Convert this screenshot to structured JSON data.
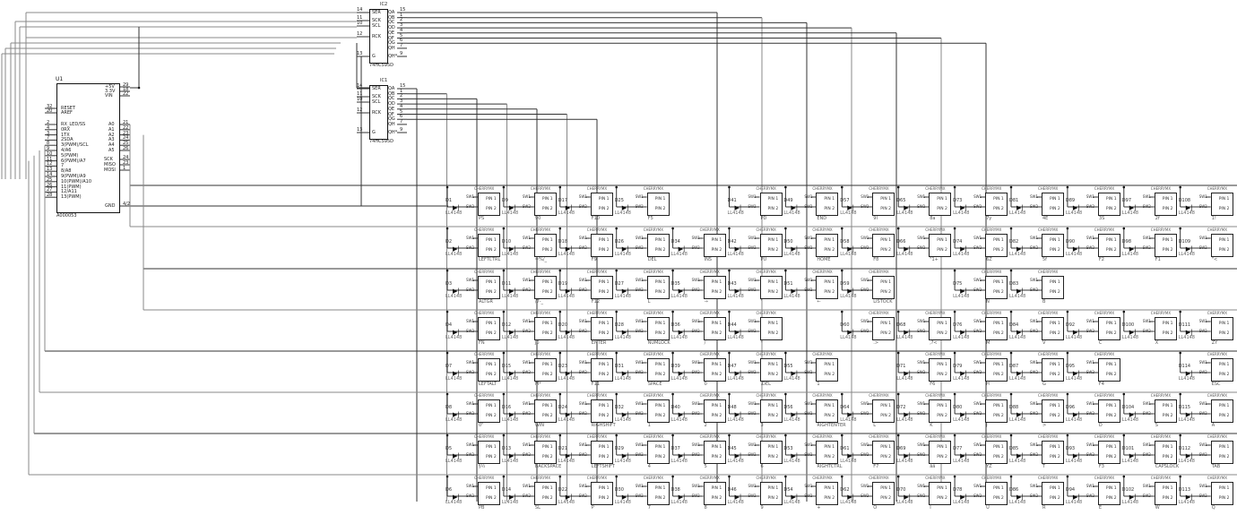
{
  "u1": {
    "ref": "U1",
    "part": "A000053",
    "right_top_pins": [
      {
        "name": "+5V",
        "num": "29"
      },
      {
        "name": "3.3V",
        "num": "18"
      },
      {
        "name": "VIN",
        "num": "22"
      }
    ],
    "left_top_pins": [
      {
        "name": "RESET",
        "num": "32"
      },
      {
        "name": "AREF",
        "num": "20"
      }
    ],
    "left_pins": [
      {
        "name": "RX_LED/SS",
        "num": "2"
      },
      {
        "name": "0RX",
        "num": "4"
      },
      {
        "name": "1TX",
        "num": "3"
      },
      {
        "name": "2SDA",
        "num": "7"
      },
      {
        "name": "3(PWM)/SCL",
        "num": "8"
      },
      {
        "name": "4/A6",
        "num": "9"
      },
      {
        "name": "5(PWM)",
        "num": "10"
      },
      {
        "name": "6(PWM)/A7",
        "num": "11"
      },
      {
        "name": "7",
        "num": "12"
      },
      {
        "name": "8/A8",
        "num": "13"
      },
      {
        "name": "9(PWM)/A9",
        "num": "14"
      },
      {
        "name": "10(PWM)/A10",
        "num": "25"
      },
      {
        "name": "11(PWM)",
        "num": "26"
      },
      {
        "name": "12/A11",
        "num": "27"
      },
      {
        "name": "13(PWM)",
        "num": "28"
      }
    ],
    "analog_pins": [
      {
        "name": "A0",
        "num": "21"
      },
      {
        "name": "A1",
        "num": "22"
      },
      {
        "name": "A2",
        "num": "23"
      },
      {
        "name": "A3",
        "num": "24"
      },
      {
        "name": "A4",
        "num": "25"
      },
      {
        "name": "A5",
        "num": "26"
      }
    ],
    "spi_pins": [
      {
        "name": "SCK",
        "num": "24"
      },
      {
        "name": "MISO",
        "num": "23"
      },
      {
        "name": "MOSI",
        "num": "1"
      }
    ],
    "gnd": {
      "name": "GND",
      "num": "4/2"
    }
  },
  "shift_registers": [
    {
      "ref": "IC2",
      "part": "74HC595D",
      "left_pins": [
        {
          "name": "SER",
          "num": "14"
        },
        {
          "name": "SCK",
          "num": "11"
        },
        {
          "name": "SCL",
          "num": "10"
        },
        {
          "name": "RCK",
          "num": "12"
        },
        {
          "name": "G",
          "num": "13"
        }
      ],
      "right_pins": [
        {
          "name": "QA",
          "num": "15"
        },
        {
          "name": "QB",
          "num": "1"
        },
        {
          "name": "QC",
          "num": "2"
        },
        {
          "name": "QD",
          "num": "3"
        },
        {
          "name": "QE",
          "num": "4"
        },
        {
          "name": "QF",
          "num": "5"
        },
        {
          "name": "QG",
          "num": "6"
        },
        {
          "name": "QH",
          "num": "7"
        },
        {
          "name": "QH*",
          "num": "9"
        }
      ]
    },
    {
      "ref": "IC1",
      "part": "74HC595D",
      "left_pins": [
        {
          "name": "SER",
          "num": "14"
        },
        {
          "name": "SCK",
          "num": "11"
        },
        {
          "name": "SCL",
          "num": "10"
        },
        {
          "name": "RCK",
          "num": "12"
        },
        {
          "name": "G",
          "num": "13"
        }
      ],
      "right_pins": [
        {
          "name": "QA",
          "num": "15"
        },
        {
          "name": "QB",
          "num": "1"
        },
        {
          "name": "QC",
          "num": "2"
        },
        {
          "name": "QD",
          "num": "3"
        },
        {
          "name": "QE",
          "num": "4"
        },
        {
          "name": "QF",
          "num": "5"
        },
        {
          "name": "QG",
          "num": "6"
        },
        {
          "name": "QH",
          "num": "7"
        },
        {
          "name": "QH*",
          "num": "9"
        }
      ]
    }
  ],
  "switch_common": {
    "header": "CHERRYMX",
    "pin1": "PIN 1",
    "pin2": "PIN 2",
    "sw1": "SW1",
    "sw2": "SW2",
    "diode_value": "LL4148"
  },
  "matrix_rows": [
    {
      "keys": [
        {
          "col": 0,
          "diode": "D1",
          "label": "PS"
        },
        {
          "col": 1,
          "diode": "D9",
          "label": "90"
        },
        {
          "col": 2,
          "diode": "D17",
          "label": "F10"
        },
        {
          "col": 3,
          "diode": "D25",
          "label": "F5"
        },
        {
          "col": 5,
          "diode": "D41",
          "label": "PD"
        },
        {
          "col": 6,
          "diode": "D49",
          "label": "END"
        },
        {
          "col": 7,
          "diode": "D57",
          "label": "9I"
        },
        {
          "col": 8,
          "diode": "D65",
          "label": "8a"
        },
        {
          "col": 9,
          "diode": "D73",
          "label": "7y"
        },
        {
          "col": 10,
          "diode": "D81",
          "label": "4E"
        },
        {
          "col": 11,
          "diode": "D89",
          "label": "3S"
        },
        {
          "col": 12,
          "diode": "D97",
          "label": "2f"
        },
        {
          "col": 13,
          "diode": "D108",
          "label": "1!"
        }
      ]
    },
    {
      "keys": [
        {
          "col": 0,
          "diode": "D2",
          "label": "LEFTCTRL"
        },
        {
          "col": 1,
          "diode": "D10",
          "label": "=%/_"
        },
        {
          "col": 2,
          "diode": "D18",
          "label": "F9"
        },
        {
          "col": 3,
          "diode": "D26",
          "label": "DEL"
        },
        {
          "col": 4,
          "diode": "D34",
          "label": "INS"
        },
        {
          "col": 5,
          "diode": "D42",
          "label": "PU"
        },
        {
          "col": 6,
          "diode": "D50",
          "label": "HOME"
        },
        {
          "col": 7,
          "diode": "D58",
          "label": "F8"
        },
        {
          "col": 8,
          "diode": "D66",
          "label": "\"1+"
        },
        {
          "col": 9,
          "diode": "D74",
          "label": "6Z"
        },
        {
          "col": 10,
          "diode": "D82",
          "label": "5f"
        },
        {
          "col": 11,
          "diode": "D90",
          "label": "F2"
        },
        {
          "col": 12,
          "diode": "D98",
          "label": "F1"
        },
        {
          "col": 13,
          "diode": "D109",
          "label": "\"<"
        }
      ]
    },
    {
      "keys": [
        {
          "col": 0,
          "diode": "D3",
          "label": "ALTGR"
        },
        {
          "col": 1,
          "diode": "D11",
          "label": "/7-_"
        },
        {
          "col": 2,
          "diode": "D19",
          "label": "F12"
        },
        {
          "col": 3,
          "diode": "D27",
          "label": "L"
        },
        {
          "col": 4,
          "diode": "D35",
          "label": "→"
        },
        {
          "col": 5,
          "diode": "D43",
          "label": "'"
        },
        {
          "col": 6,
          "diode": "D51",
          "label": "←"
        },
        {
          "col": 7,
          "diode": "D59",
          "label": "LISTOCK"
        },
        {
          "col": 9,
          "diode": "D75",
          "label": "N"
        },
        {
          "col": 10,
          "diode": "D83",
          "label": "B"
        }
      ]
    },
    {
      "keys": [
        {
          "col": 0,
          "diode": "D4",
          "label": "FN"
        },
        {
          "col": 1,
          "diode": "D12",
          "label": "J0"
        },
        {
          "col": 2,
          "diode": "D20",
          "label": "ENTER"
        },
        {
          "col": 3,
          "diode": "D28",
          "label": "NUMLOCK"
        },
        {
          "col": 4,
          "diode": "D36",
          "label": "/"
        },
        {
          "col": 5,
          "diode": "D44",
          "label": "*"
        },
        {
          "col": 7,
          "diode": "D60",
          "label": ".>"
        },
        {
          "col": 8,
          "diode": "D68",
          "label": ",?<"
        },
        {
          "col": 9,
          "diode": "D76",
          "label": "M"
        },
        {
          "col": 10,
          "diode": "D84",
          "label": "V"
        },
        {
          "col": 11,
          "diode": "D92",
          "label": "C"
        },
        {
          "col": 12,
          "diode": "D100",
          "label": "X"
        },
        {
          "col": 13,
          "diode": "D111",
          "label": "ZY"
        }
      ]
    },
    {
      "keys": [
        {
          "col": 0,
          "diode": "D7",
          "label": "LEFTALT"
        },
        {
          "col": 1,
          "diode": "D15",
          "label": "M*"
        },
        {
          "col": 2,
          "diode": "D23",
          "label": "F11"
        },
        {
          "col": 3,
          "diode": "D31",
          "label": "SPACE"
        },
        {
          "col": 4,
          "diode": "D39",
          "label": "0"
        },
        {
          "col": 5,
          "diode": "D47",
          "label": ".DEL"
        },
        {
          "col": 6,
          "diode": "D55",
          "label": "1"
        },
        {
          "col": 8,
          "diode": "D71",
          "label": "F6"
        },
        {
          "col": 9,
          "diode": "D79",
          "label": "H"
        },
        {
          "col": 10,
          "diode": "D87",
          "label": "G"
        },
        {
          "col": 11,
          "diode": "D95",
          "label": "F4"
        },
        {
          "col": 13,
          "diode": "D114",
          "label": "ESC"
        }
      ]
    },
    {
      "keys": [
        {
          "col": 0,
          "diode": "D8",
          "label": "0\""
        },
        {
          "col": 1,
          "diode": "D16",
          "label": "WIN"
        },
        {
          "col": 2,
          "diode": "D24",
          "label": "RIGHSHIFT"
        },
        {
          "col": 3,
          "diode": "D32",
          "label": "1"
        },
        {
          "col": 4,
          "diode": "D40",
          "label": "2"
        },
        {
          "col": 5,
          "diode": "D48",
          "label": "3"
        },
        {
          "col": 6,
          "diode": "D56",
          "label": "RIGHTENTER"
        },
        {
          "col": 7,
          "diode": "D64",
          "label": "L"
        },
        {
          "col": 8,
          "diode": "D72",
          "label": "K"
        },
        {
          "col": 9,
          "diode": "D80",
          "label": "J"
        },
        {
          "col": 10,
          "diode": "D88",
          "label": ">"
        },
        {
          "col": 11,
          "diode": "D96",
          "label": "D"
        },
        {
          "col": 12,
          "diode": "D104",
          "label": "S"
        },
        {
          "col": 13,
          "diode": "D115",
          "label": "A"
        }
      ]
    },
    {
      "keys": [
        {
          "col": 0,
          "diode": "D5",
          "label": "§½"
        },
        {
          "col": 1,
          "diode": "D13",
          "label": "BACKSPACE"
        },
        {
          "col": 2,
          "diode": "D21",
          "label": "LEFTSHIFT"
        },
        {
          "col": 3,
          "diode": "D29",
          "label": "4"
        },
        {
          "col": 4,
          "diode": "D37",
          "label": "5"
        },
        {
          "col": 5,
          "diode": "D45",
          "label": "6"
        },
        {
          "col": 6,
          "diode": "D53",
          "label": "RIGHTCTRL"
        },
        {
          "col": 7,
          "diode": "D61",
          "label": "F7"
        },
        {
          "col": 8,
          "diode": "D69",
          "label": "åä"
        },
        {
          "col": 9,
          "diode": "D77",
          "label": "YZ"
        },
        {
          "col": 10,
          "diode": "D85",
          "label": "T"
        },
        {
          "col": 11,
          "diode": "D93",
          "label": "F3"
        },
        {
          "col": 12,
          "diode": "D101",
          "label": "CAPSLOCK"
        },
        {
          "col": 13,
          "diode": "D112",
          "label": "TAB"
        }
      ]
    },
    {
      "keys": [
        {
          "col": 0,
          "diode": "D6",
          "label": "PB"
        },
        {
          "col": 1,
          "diode": "D14",
          "label": "SL"
        },
        {
          "col": 2,
          "diode": "D22",
          "label": "P"
        },
        {
          "col": 3,
          "diode": "D30",
          "label": "7"
        },
        {
          "col": 4,
          "diode": "D38",
          "label": "8"
        },
        {
          "col": 5,
          "diode": "D46",
          "label": "9"
        },
        {
          "col": 6,
          "diode": "D54",
          "label": "+"
        },
        {
          "col": 7,
          "diode": "D62",
          "label": "O"
        },
        {
          "col": 8,
          "diode": "D70",
          "label": "I"
        },
        {
          "col": 9,
          "diode": "D78",
          "label": "U"
        },
        {
          "col": 10,
          "diode": "D86",
          "label": "R"
        },
        {
          "col": 11,
          "diode": "D94",
          "label": "E"
        },
        {
          "col": 12,
          "diode": "D102",
          "label": "W"
        },
        {
          "col": 13,
          "diode": "D113",
          "label": "Q"
        }
      ]
    }
  ],
  "colors": {
    "wire": "#333333",
    "wire_light": "#888888",
    "outline": "#111111",
    "background": "#ffffff"
  }
}
